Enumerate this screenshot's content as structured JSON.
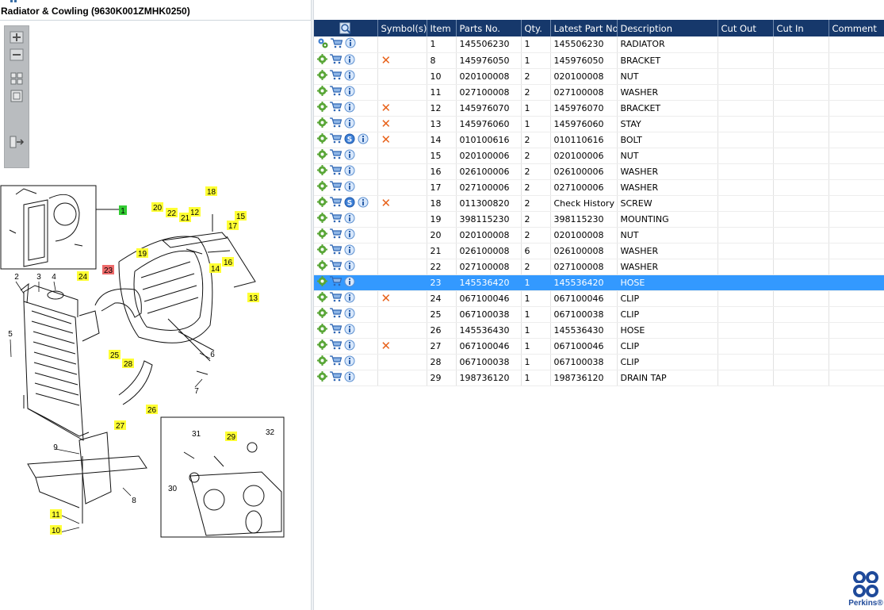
{
  "window": {
    "title": "Radiator & Cowling (9630K001ZMHK0250)"
  },
  "toolbar": {
    "buttons": [
      {
        "icon": "zoom-in-icon"
      },
      {
        "icon": "zoom-out-icon"
      },
      {
        "icon": "fit-page-icon"
      },
      {
        "icon": "actual-size-icon"
      },
      {
        "icon": "export-icon"
      }
    ]
  },
  "diagram": {
    "callouts": [
      {
        "label": "1",
        "color": "#33cc33"
      },
      {
        "label": "2"
      },
      {
        "label": "3"
      },
      {
        "label": "4"
      },
      {
        "label": "5"
      },
      {
        "label": "6"
      },
      {
        "label": "7"
      },
      {
        "label": "8"
      },
      {
        "label": "9"
      },
      {
        "label": "10"
      },
      {
        "label": "11"
      },
      {
        "label": "12"
      },
      {
        "label": "13"
      },
      {
        "label": "14"
      },
      {
        "label": "15"
      },
      {
        "label": "16"
      },
      {
        "label": "17"
      },
      {
        "label": "18"
      },
      {
        "label": "19"
      },
      {
        "label": "20"
      },
      {
        "label": "21"
      },
      {
        "label": "22"
      },
      {
        "label": "23",
        "color": "#ee6b6b"
      },
      {
        "label": "24"
      },
      {
        "label": "25"
      },
      {
        "label": "26"
      },
      {
        "label": "27"
      },
      {
        "label": "28"
      },
      {
        "label": "29"
      },
      {
        "label": "30"
      },
      {
        "label": "31"
      },
      {
        "label": "32"
      }
    ]
  },
  "table": {
    "columns": [
      "",
      "Symbol(s)",
      "Item",
      "Parts No.",
      "Qty.",
      "Latest Part No.",
      "Description",
      "Cut Out",
      "Cut In",
      "Comment"
    ],
    "rows": [
      {
        "icons": [
          "gears-icon",
          "cart-icon",
          "info-icon"
        ],
        "symbol": "",
        "item": "1",
        "part": "145506230",
        "qty": "1",
        "latest": "145506230",
        "desc": "RADIATOR"
      },
      {
        "icons": [
          "gear-icon",
          "cart-icon",
          "info-icon"
        ],
        "symbol": "✕",
        "item": "8",
        "part": "145976050",
        "qty": "1",
        "latest": "145976050",
        "desc": "BRACKET"
      },
      {
        "icons": [
          "gear-icon",
          "cart-icon",
          "info-icon"
        ],
        "symbol": "",
        "item": "10",
        "part": "020100008",
        "qty": "2",
        "latest": "020100008",
        "desc": "NUT"
      },
      {
        "icons": [
          "gear-icon",
          "cart-icon",
          "info-icon"
        ],
        "symbol": "",
        "item": "11",
        "part": "027100008",
        "qty": "2",
        "latest": "027100008",
        "desc": "WASHER"
      },
      {
        "icons": [
          "gear-icon",
          "cart-icon",
          "info-icon"
        ],
        "symbol": "✕",
        "item": "12",
        "part": "145976070",
        "qty": "1",
        "latest": "145976070",
        "desc": "BRACKET"
      },
      {
        "icons": [
          "gear-icon",
          "cart-icon",
          "info-icon"
        ],
        "symbol": "✕",
        "item": "13",
        "part": "145976060",
        "qty": "1",
        "latest": "145976060",
        "desc": "STAY"
      },
      {
        "icons": [
          "gear-icon",
          "cart-icon",
          "s-icon",
          "info-icon"
        ],
        "symbol": "✕",
        "item": "14",
        "part": "010100616",
        "qty": "2",
        "latest": "010110616",
        "desc": "BOLT"
      },
      {
        "icons": [
          "gear-icon",
          "cart-icon",
          "info-icon"
        ],
        "symbol": "",
        "item": "15",
        "part": "020100006",
        "qty": "2",
        "latest": "020100006",
        "desc": "NUT"
      },
      {
        "icons": [
          "gear-icon",
          "cart-icon",
          "info-icon"
        ],
        "symbol": "",
        "item": "16",
        "part": "026100006",
        "qty": "2",
        "latest": "026100006",
        "desc": "WASHER"
      },
      {
        "icons": [
          "gear-icon",
          "cart-icon",
          "info-icon"
        ],
        "symbol": "",
        "item": "17",
        "part": "027100006",
        "qty": "2",
        "latest": "027100006",
        "desc": "WASHER"
      },
      {
        "icons": [
          "gear-icon",
          "cart-icon",
          "s-icon",
          "info-icon"
        ],
        "symbol": "✕",
        "item": "18",
        "part": "011300820",
        "qty": "2",
        "latest": "Check History",
        "desc": "SCREW"
      },
      {
        "icons": [
          "gear-icon",
          "cart-icon",
          "info-icon"
        ],
        "symbol": "",
        "item": "19",
        "part": "398115230",
        "qty": "2",
        "latest": "398115230",
        "desc": "MOUNTING"
      },
      {
        "icons": [
          "gear-icon",
          "cart-icon",
          "info-icon"
        ],
        "symbol": "",
        "item": "20",
        "part": "020100008",
        "qty": "2",
        "latest": "020100008",
        "desc": "NUT"
      },
      {
        "icons": [
          "gear-icon",
          "cart-icon",
          "info-icon"
        ],
        "symbol": "",
        "item": "21",
        "part": "026100008",
        "qty": "6",
        "latest": "026100008",
        "desc": "WASHER"
      },
      {
        "icons": [
          "gear-icon",
          "cart-icon",
          "info-icon"
        ],
        "symbol": "",
        "item": "22",
        "part": "027100008",
        "qty": "2",
        "latest": "027100008",
        "desc": "WASHER"
      },
      {
        "icons": [
          "gear-icon",
          "cart-icon",
          "info-icon"
        ],
        "symbol": "",
        "item": "23",
        "part": "145536420",
        "qty": "1",
        "latest": "145536420",
        "desc": "HOSE",
        "selected": true
      },
      {
        "icons": [
          "gear-icon",
          "cart-icon",
          "info-icon"
        ],
        "symbol": "✕",
        "item": "24",
        "part": "067100046",
        "qty": "1",
        "latest": "067100046",
        "desc": "CLIP"
      },
      {
        "icons": [
          "gear-icon",
          "cart-icon",
          "info-icon"
        ],
        "symbol": "",
        "item": "25",
        "part": "067100038",
        "qty": "1",
        "latest": "067100038",
        "desc": "CLIP"
      },
      {
        "icons": [
          "gear-icon",
          "cart-icon",
          "info-icon"
        ],
        "symbol": "",
        "item": "26",
        "part": "145536430",
        "qty": "1",
        "latest": "145536430",
        "desc": "HOSE"
      },
      {
        "icons": [
          "gear-icon",
          "cart-icon",
          "info-icon"
        ],
        "symbol": "✕",
        "item": "27",
        "part": "067100046",
        "qty": "1",
        "latest": "067100046",
        "desc": "CLIP"
      },
      {
        "icons": [
          "gear-icon",
          "cart-icon",
          "info-icon"
        ],
        "symbol": "",
        "item": "28",
        "part": "067100038",
        "qty": "1",
        "latest": "067100038",
        "desc": "CLIP"
      },
      {
        "icons": [
          "gear-icon",
          "cart-icon",
          "info-icon"
        ],
        "symbol": "",
        "item": "29",
        "part": "198736120",
        "qty": "1",
        "latest": "198736120",
        "desc": "DRAIN TAP"
      }
    ]
  },
  "logo": {
    "text": "Perkins®"
  },
  "colors": {
    "header": "#16386b",
    "selected": "#3399ff",
    "highlight": "#ffff33",
    "symbol": "#e8621a"
  }
}
